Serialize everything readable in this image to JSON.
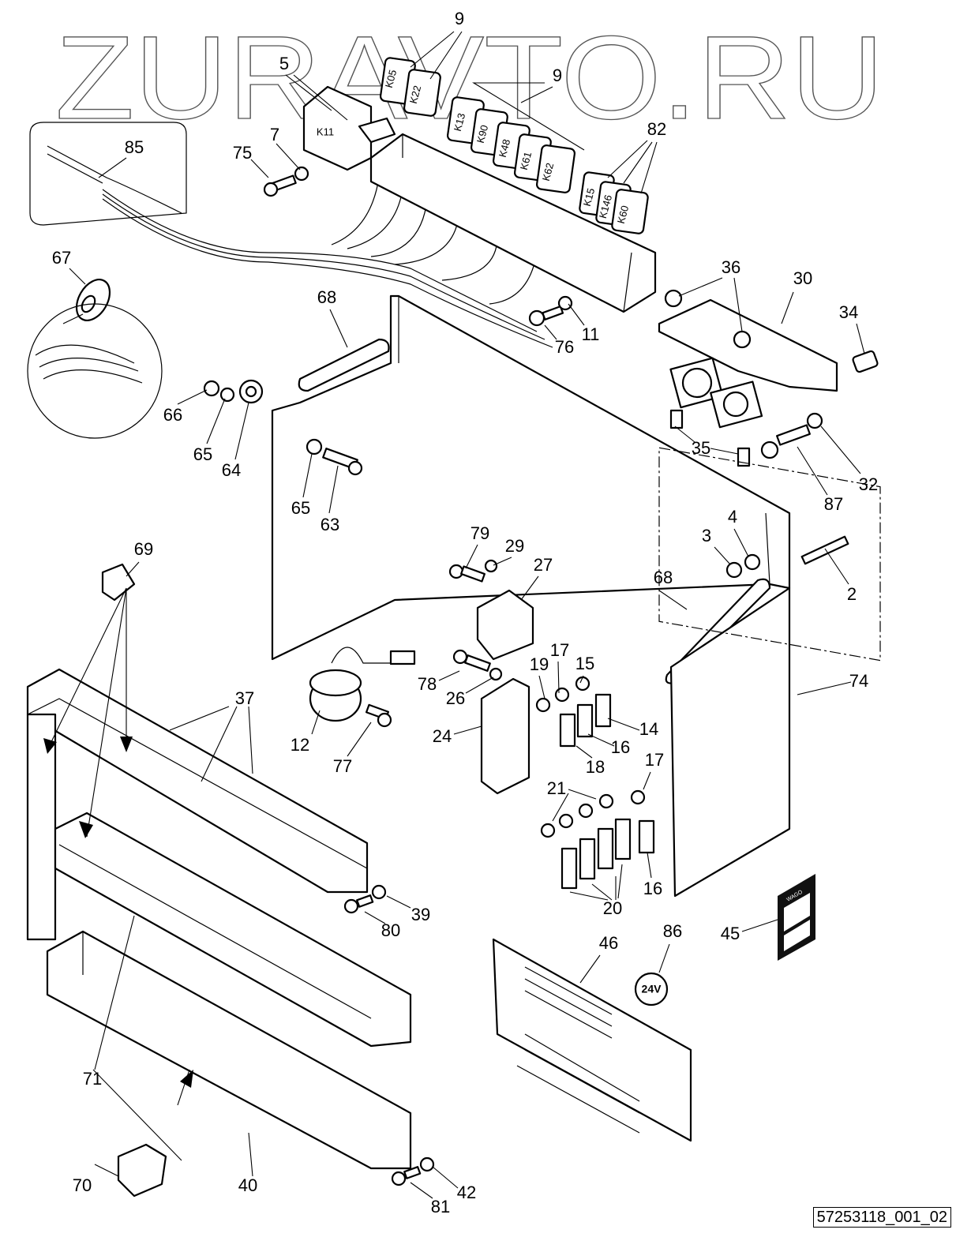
{
  "watermark": "ZURAVTO.RU",
  "drawing_number": "57253118_001_02",
  "relay_labels": [
    "K05",
    "K22",
    "K11",
    "K13",
    "K90",
    "K48",
    "K61",
    "K62",
    "K15",
    "K146",
    "K60"
  ],
  "voltage_label": "24V",
  "terminal_brand": "WAGO",
  "callouts": [
    "9",
    "5",
    "9",
    "85",
    "7",
    "75",
    "82",
    "67",
    "36",
    "30",
    "68",
    "34",
    "11",
    "76",
    "66",
    "65",
    "64",
    "35",
    "87",
    "32",
    "65",
    "63",
    "69",
    "79",
    "29",
    "27",
    "3",
    "4",
    "68",
    "2",
    "15",
    "17",
    "19",
    "78",
    "26",
    "37",
    "74",
    "14",
    "24",
    "16",
    "12",
    "77",
    "18",
    "17",
    "21",
    "20",
    "16",
    "39",
    "80",
    "45",
    "46",
    "86",
    "71",
    "70",
    "40",
    "42",
    "81"
  ]
}
